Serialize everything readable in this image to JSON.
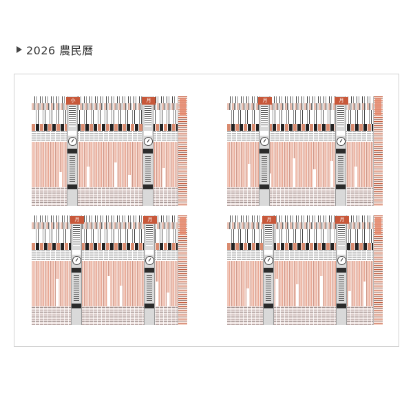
{
  "header": {
    "marker_icon": "triangle-right-icon",
    "title": "2026 農民曆"
  },
  "preview": {
    "description": "Four-page spread preview of lunar farmer's almanac calendar",
    "panels": [
      {
        "position": "top-left",
        "badges": [
          "小",
          "月"
        ]
      },
      {
        "position": "top-right",
        "badges": [
          "月",
          "月"
        ]
      },
      {
        "position": "bottom-left",
        "badges": [
          "月",
          "月"
        ]
      },
      {
        "position": "bottom-right",
        "badges": [
          "月",
          "月"
        ]
      }
    ]
  },
  "colors": {
    "accent": "#c8583a",
    "pink_body": "#f1c8bb",
    "card_border": "#cfcfcf",
    "title_text": "#333333"
  }
}
